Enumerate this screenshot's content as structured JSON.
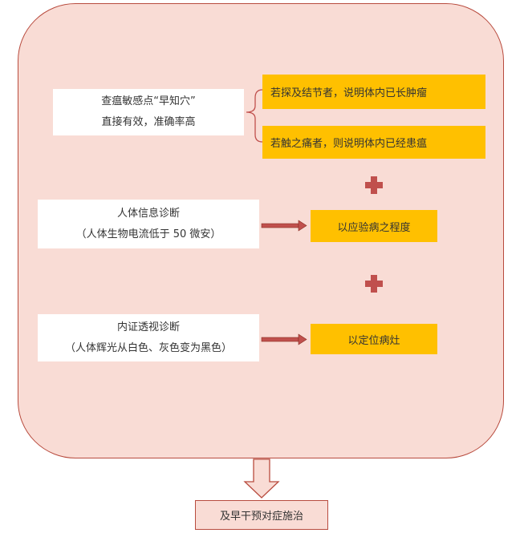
{
  "diagram": {
    "box1": {
      "line1": "查瘟敏感点“早知穴”",
      "line2": "直接有效，准确率高"
    },
    "branch_top": "若探及结节者，说明体内已长肿瘤",
    "branch_bottom": "若触之痛者，则说明体内已经患瘟",
    "box2": {
      "line1": "人体信息诊断",
      "line2": "（人体生物电流低于 50 微安）"
    },
    "result2": "以应验病之程度",
    "box3": {
      "line1": "内证透视诊断",
      "line2": "（人体辉光从白色、灰色变为黑色）"
    },
    "result3": "以定位病灶",
    "final": "及早干预对症施治",
    "colors": {
      "panel_fill": "#f9dcd5",
      "panel_border": "#b84b3e",
      "orange": "#ffc000",
      "arrow": "#c0504d"
    }
  }
}
